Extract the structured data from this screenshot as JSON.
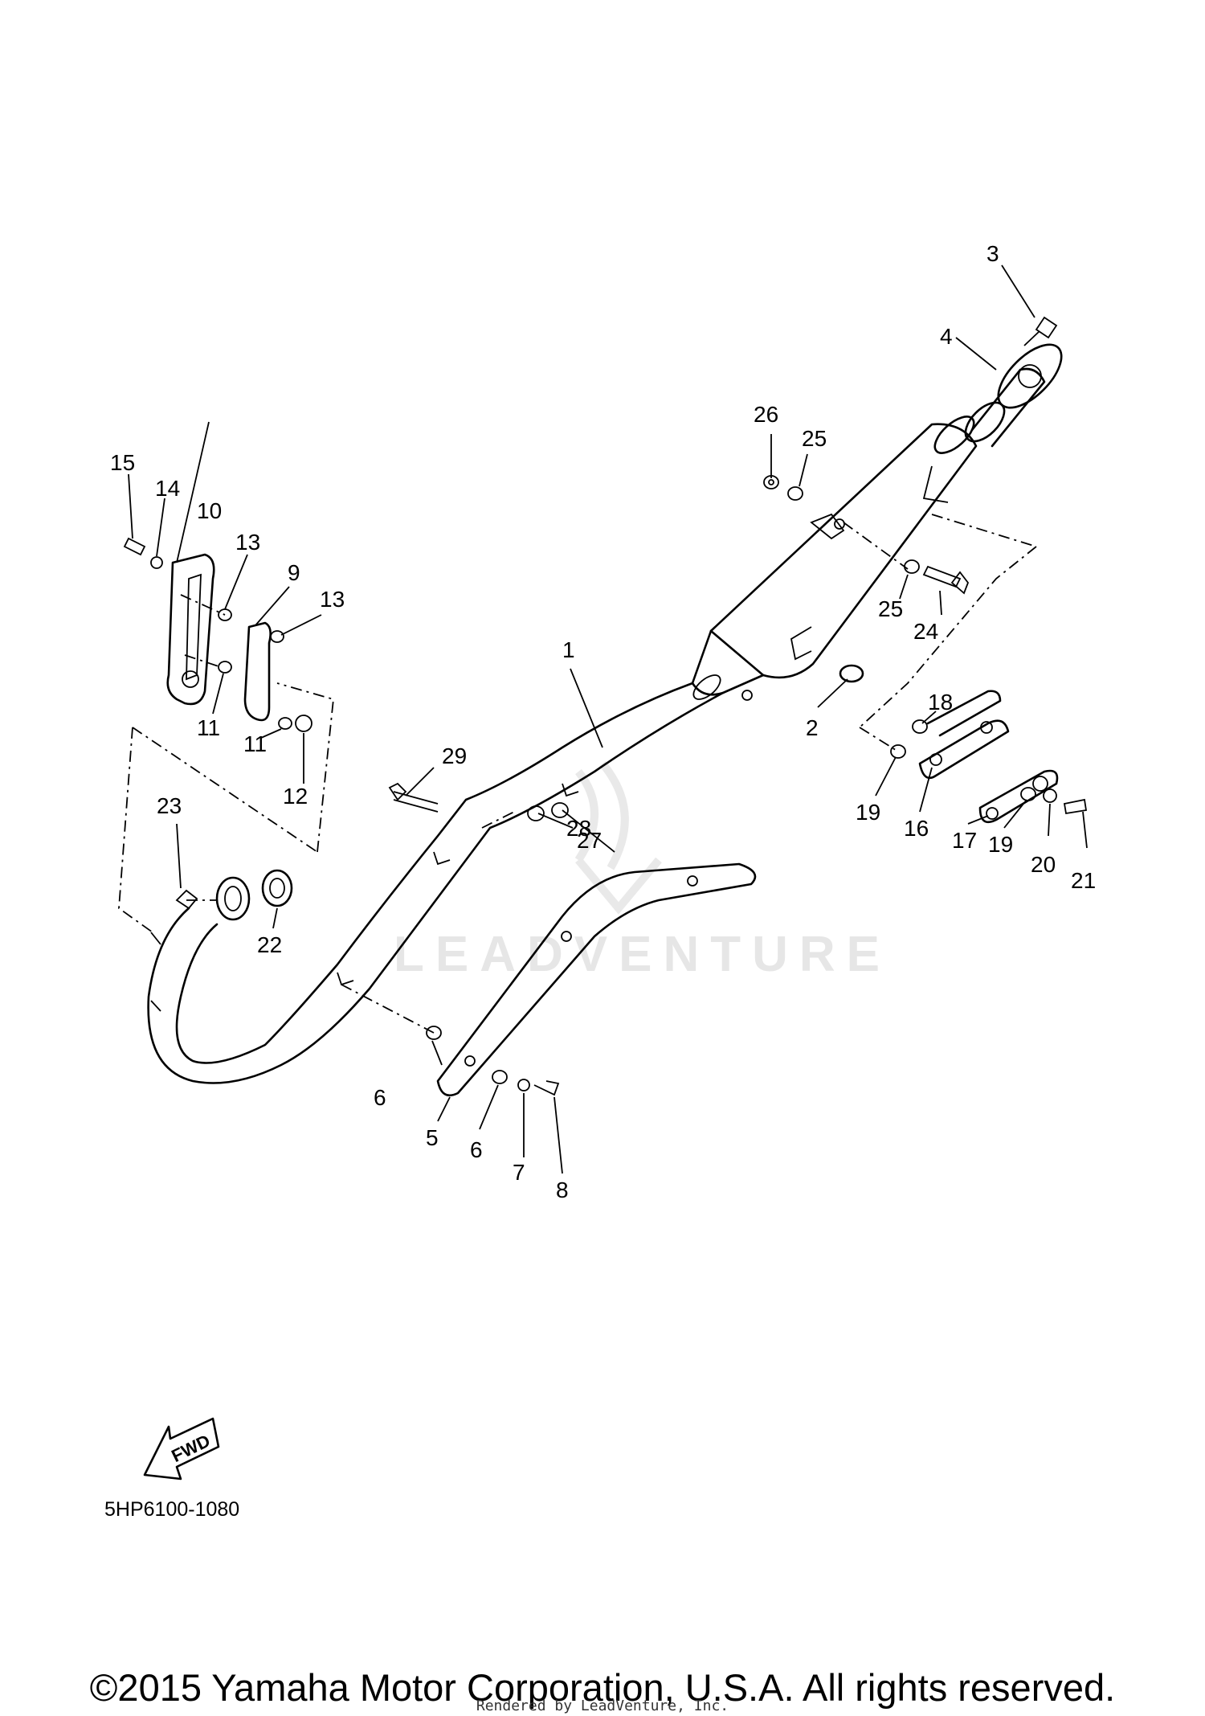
{
  "diagram": {
    "drawing_code": "5HP6100-1080",
    "fwd_label": "FWD",
    "watermark": "LEADVENTURE",
    "callouts": [
      "1",
      "2",
      "3",
      "4",
      "5",
      "6",
      "6",
      "7",
      "8",
      "9",
      "10",
      "11",
      "11",
      "12",
      "13",
      "13",
      "14",
      "15",
      "16",
      "17",
      "18",
      "19",
      "19",
      "20",
      "21",
      "22",
      "23",
      "24",
      "25",
      "25",
      "26",
      "27",
      "28",
      "29"
    ]
  },
  "footer": {
    "copyright": "©2015 Yamaha Motor Corporation, U.S.A. All rights reserved.",
    "rendered_by": "Rendered by LeadVenture, Inc."
  },
  "colors": {
    "line": "#000000",
    "watermark": "#e6e6e6",
    "background": "#ffffff"
  }
}
